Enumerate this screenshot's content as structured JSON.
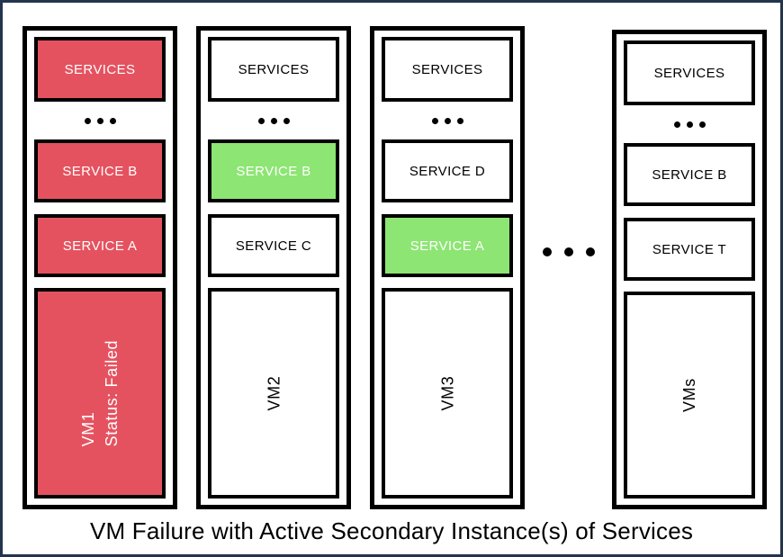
{
  "caption": "VM Failure with Active Secondary Instance(s) of Services",
  "colors": {
    "failed_red": "#E5525F",
    "active_green": "#8DE573",
    "normal_white": "#FFFFFF",
    "box_border_black": "#000000",
    "frame_border_navy": "#24344D"
  },
  "icons": {
    "ellipsis": "three black dots (more items)"
  },
  "columns": [
    {
      "name": "vm1",
      "services_box": {
        "label": "SERVICES",
        "state": "failed"
      },
      "service_boxes": [
        {
          "label": "SERVICE B",
          "state": "failed"
        },
        {
          "label": "SERVICE A",
          "state": "failed"
        }
      ],
      "vm_box": {
        "label_line1": "VM1",
        "label_line2": "Status: Failed",
        "state": "failed"
      }
    },
    {
      "name": "vm2",
      "services_box": {
        "label": "SERVICES",
        "state": "normal"
      },
      "service_boxes": [
        {
          "label": "SERVICE B",
          "state": "active"
        },
        {
          "label": "SERVICE C",
          "state": "normal"
        }
      ],
      "vm_box": {
        "label_line1": "VM2",
        "state": "normal"
      }
    },
    {
      "name": "vm3",
      "services_box": {
        "label": "SERVICES",
        "state": "normal"
      },
      "service_boxes": [
        {
          "label": "SERVICE D",
          "state": "normal"
        },
        {
          "label": "SERVICE A",
          "state": "active"
        }
      ],
      "vm_box": {
        "label_line1": "VM3",
        "state": "normal"
      }
    },
    {
      "name": "vms",
      "services_box": {
        "label": "SERVICES",
        "state": "normal"
      },
      "service_boxes": [
        {
          "label": "SERVICE B",
          "state": "normal"
        },
        {
          "label": "SERVICE T",
          "state": "normal"
        }
      ],
      "vm_box": {
        "label_line1": "VMs",
        "state": "normal"
      }
    }
  ]
}
